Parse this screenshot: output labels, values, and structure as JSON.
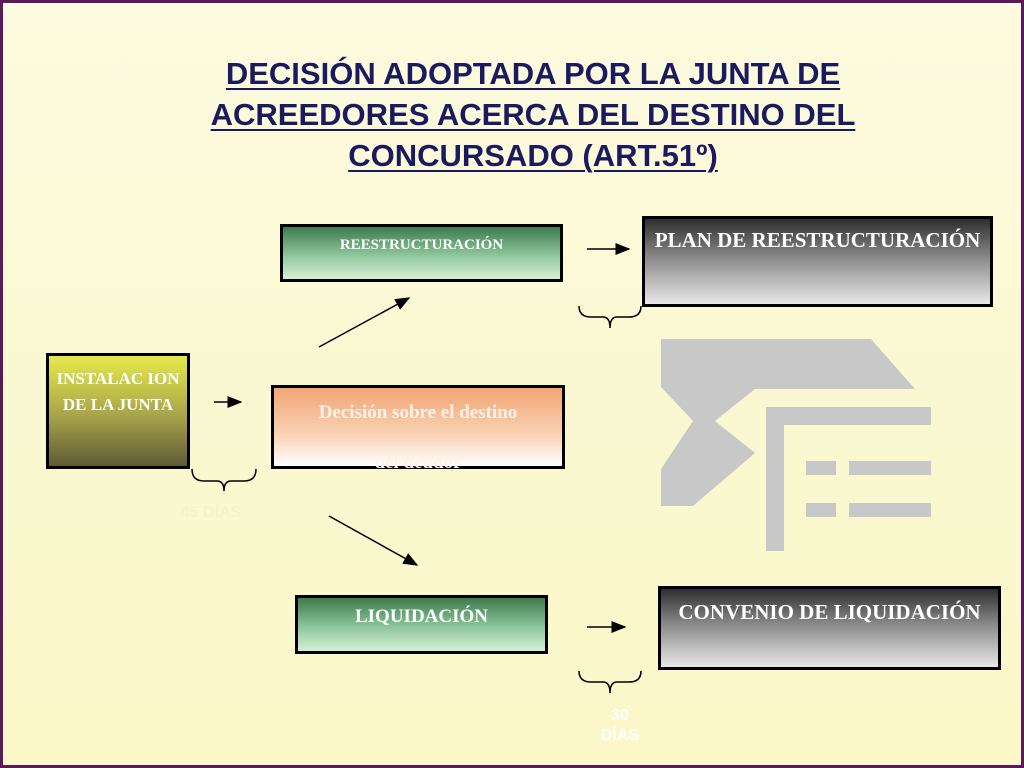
{
  "title": {
    "line1": "DECISIÓN ADOPTADA POR LA JUNTA DE",
    "line2": "ACREEDORES ACERCA DEL DESTINO  DEL",
    "line3": "CONCURSADO (ART.51º)"
  },
  "boxes": {
    "instalacion": "INSTALAC ION DE LA JUNTA",
    "decision_line1": "Decisión sobre el destino",
    "decision_line2": "del deudor",
    "reestructuracion": "REESTRUCTURACIÓN",
    "plan": "PLAN DE REESTRUCTURACIÓN",
    "liquidacion": "LIQUIDACIÓN",
    "convenio": "CONVENIO DE LIQUIDACIÓN"
  },
  "labels": {
    "days_1": "45 DÍAS",
    "days_2_num": "30",
    "days_2_unit": "DÍAS"
  },
  "colors": {
    "title": "#1a1a5e",
    "frame": "#5a1a5a",
    "logo": "#c8c8c8"
  },
  "icons": {
    "logo": "watermark-logo-icon"
  }
}
